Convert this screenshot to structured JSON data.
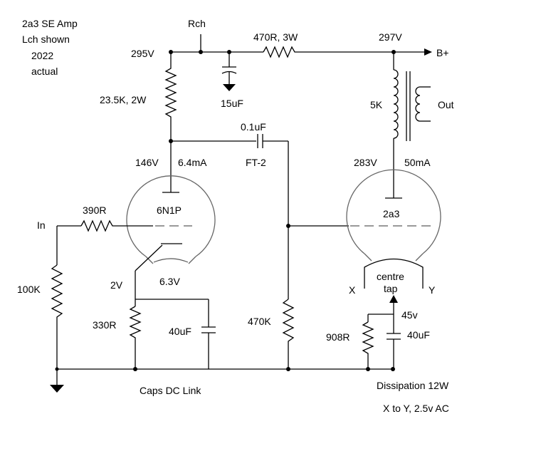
{
  "notes": {
    "line1": "2a3 SE Amp",
    "line2": "Lch shown",
    "line3": "2022",
    "line4": "actual"
  },
  "labels": {
    "rch": "Rch",
    "v295": "295V",
    "v297": "297V",
    "r_470": "470R, 3W",
    "bplus": "B+",
    "r_23k5": "23.5K, 2W",
    "c_15uf": "15uF",
    "xfmr_5k": "5K",
    "out": "Out",
    "c_01uf": "0.1uF",
    "ft2": "FT-2",
    "v146": "146V",
    "i_6_4ma": "6.4mA",
    "v283": "283V",
    "i_50ma": "50mA",
    "tube1": "6N1P",
    "tube2": "2a3",
    "r_390": "390R",
    "in": "In",
    "r_100k": "100K",
    "v2": "2V",
    "v6_3": "6.3V",
    "centre": "centre",
    "tap": "tap",
    "x": "X",
    "y": "Y",
    "v45": "45v",
    "r_330": "330R",
    "c_40uf_a": "40uF",
    "r_470k": "470K",
    "r_908": "908R",
    "c_40uf_b": "40uF",
    "caps_dc": "Caps DC Link",
    "dissipation": "Dissipation 12W",
    "xy_ac": "X to Y, 2.5v AC"
  }
}
